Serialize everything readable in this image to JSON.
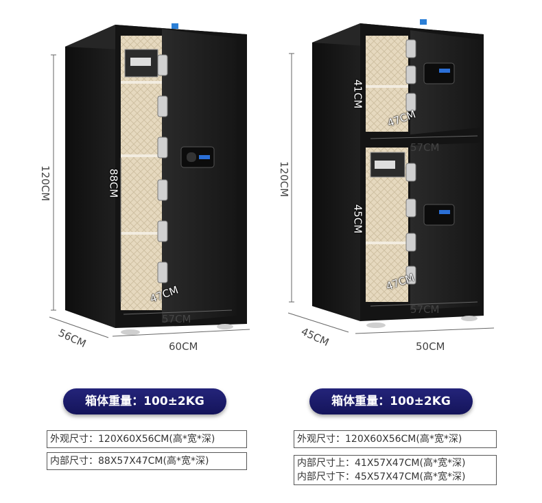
{
  "left": {
    "height": "120CM",
    "inner_height": "88CM",
    "inner_depth": "47CM",
    "inner_width": "57CM",
    "depth": "56CM",
    "width": "60CM",
    "weight_label": "箱体重量：100±2KG",
    "spec_outer": "外观尺寸：120X60X56CM(高*宽*深)",
    "spec_inner": "内部尺寸：88X57X47CM(高*宽*深)"
  },
  "right": {
    "height": "120CM",
    "upper_height": "41CM",
    "upper_depth": "47CM",
    "upper_width": "57CM",
    "lower_height": "45CM",
    "lower_depth": "47CM",
    "lower_width": "57CM",
    "depth": "45CM",
    "width": "50CM",
    "weight_label": "箱体重量：100±2KG",
    "spec_outer": "外观尺寸：120X60X56CM(高*宽*深)",
    "spec_inner_upper": "内部尺寸上：41X57X47CM(高*宽*深)",
    "spec_inner_lower": "内部尺寸下：45X57X47CM(高*宽*深)"
  },
  "colors": {
    "safe_body": "#1c1c1c",
    "pill": "#1a1a6a",
    "inner_lining": "#e8dcc4"
  }
}
